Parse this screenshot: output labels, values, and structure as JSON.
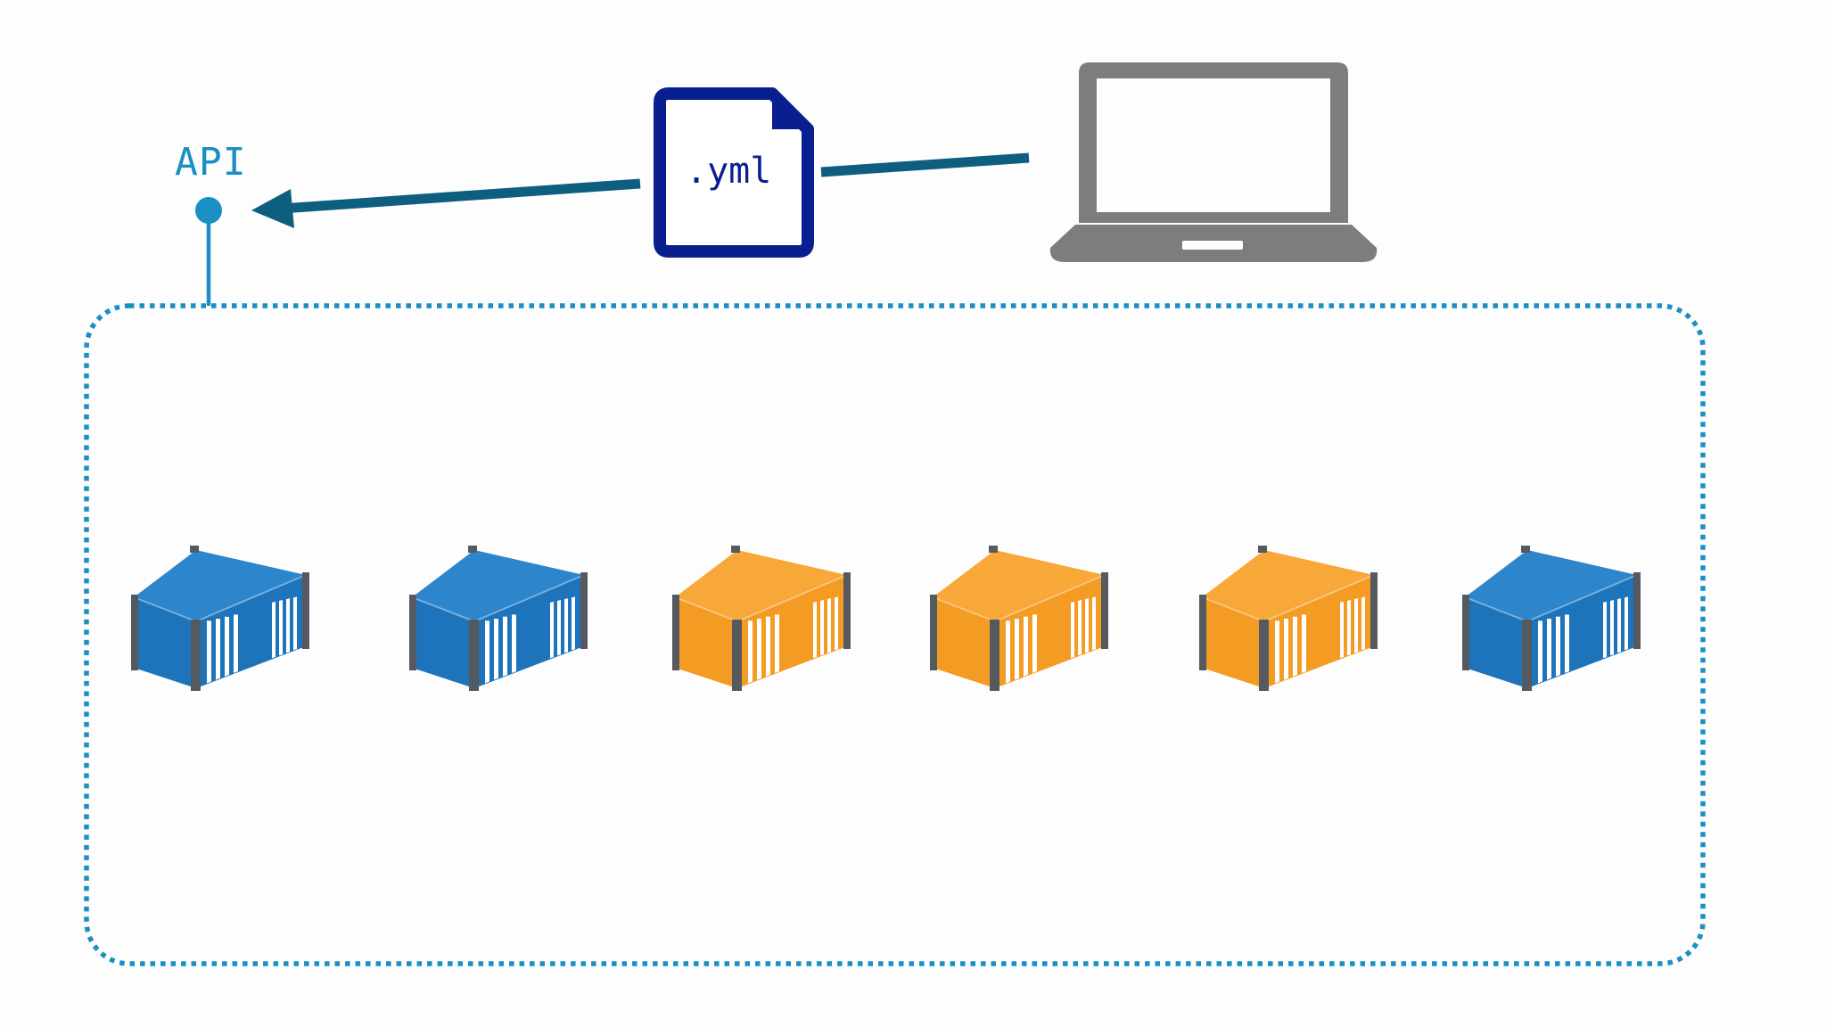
{
  "labels": {
    "api": "API",
    "file_extension": ".yml"
  },
  "icons": {
    "api_endpoint": "api-endpoint-dot-icon",
    "manifest_file": "yml-file-icon",
    "workstation": "laptop-icon",
    "container": "shipping-container-icon"
  },
  "containers": [
    {
      "color": "blue"
    },
    {
      "color": "blue"
    },
    {
      "color": "orange"
    },
    {
      "color": "orange"
    },
    {
      "color": "orange"
    },
    {
      "color": "blue"
    }
  ],
  "colors": {
    "api_accent": "#1a8fc4",
    "arrow": "#0e5f7f",
    "file_outline": "#0a1f8f",
    "file_text": "#0a1f8f",
    "laptop": "#7d7d7d",
    "cluster_border": "#1a8fc4",
    "blue_front": "#1d74bb",
    "blue_top": "#2d86cc",
    "orange_front": "#f49b24",
    "orange_top": "#f7a838",
    "post": "#555a60"
  }
}
